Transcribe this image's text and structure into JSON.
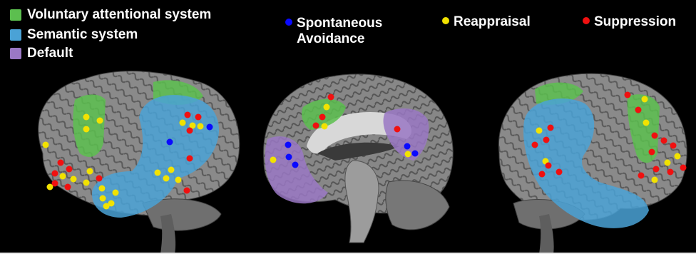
{
  "legend": {
    "voluntary": {
      "label": "Voluntary attentional system",
      "color": "#5cbf4f"
    },
    "semantic": {
      "label": "Semantic system",
      "color": "#4aa2d6"
    },
    "default": {
      "label": "Default",
      "color": "#9a78c4"
    },
    "avoidance": {
      "line1": "Spontaneous",
      "line2": "Avoidance",
      "color": "#0a0aff"
    },
    "reappraisal": {
      "label": "Reappraisal",
      "color": "#f2e200"
    },
    "suppression": {
      "label": "Suppression",
      "color": "#f01010"
    }
  }
}
